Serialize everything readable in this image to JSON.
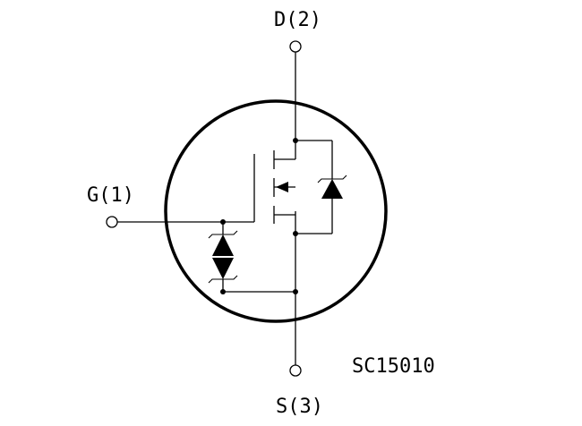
{
  "labels": {
    "drain": "D(2)",
    "gate": "G(1)",
    "source": "S(3)",
    "part_code": "SC15010"
  },
  "colors": {
    "ink": "#000000",
    "background": "#ffffff"
  }
}
